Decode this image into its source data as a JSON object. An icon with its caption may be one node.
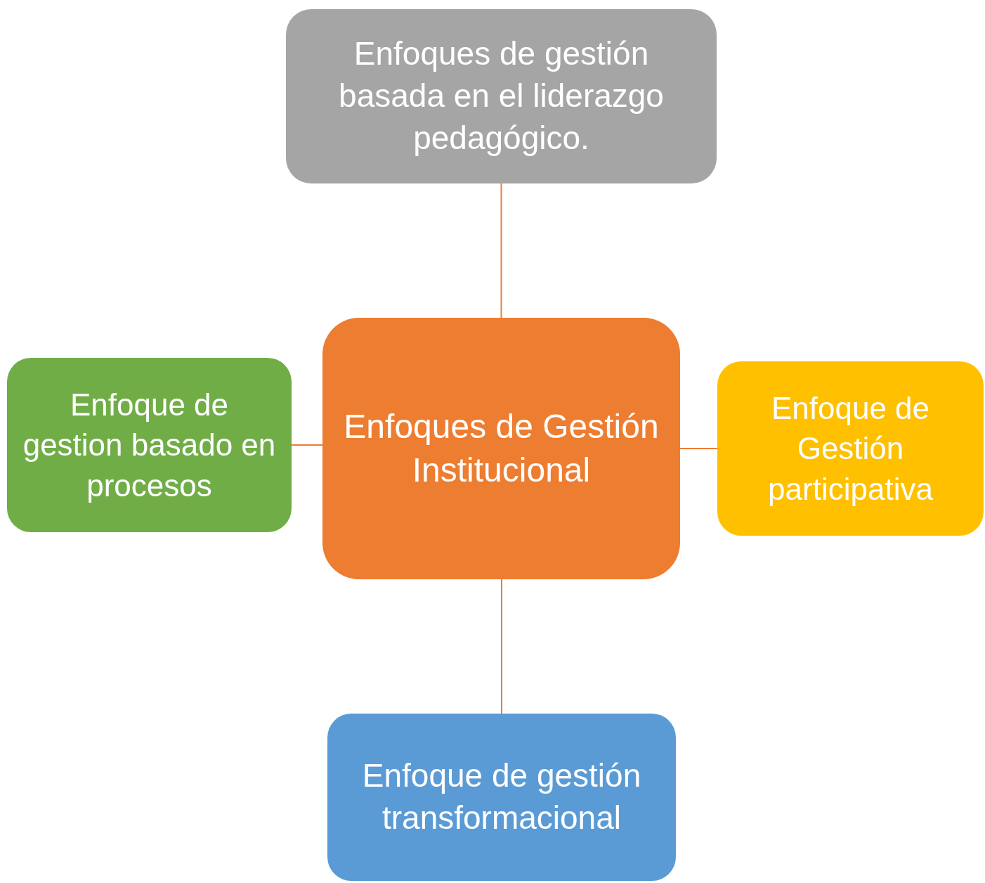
{
  "diagram": {
    "nodes": [
      {
        "text": [
          "Enfoques de gestión basada en el liderazgo pedagógico."
        ]
      },
      {
        "text": [
          "Enfoque de gestion basado en procesos"
        ]
      },
      {
        "text": [
          "Enfoques de Gestión Institucional"
        ]
      },
      {
        "text": [
          "Enfoque de Gestión participativa"
        ]
      },
      {
        "text": [
          "Enfoque de gestión transformacional"
        ]
      }
    ],
    "edges": [
      {
        "from": 2,
        "to": 0,
        "arrow": "none"
      },
      {
        "from": 2,
        "to": 1,
        "arrow": "none"
      },
      {
        "from": 2,
        "to": 3,
        "arrow": "none"
      },
      {
        "from": 2,
        "to": 4,
        "arrow": "none"
      }
    ]
  }
}
